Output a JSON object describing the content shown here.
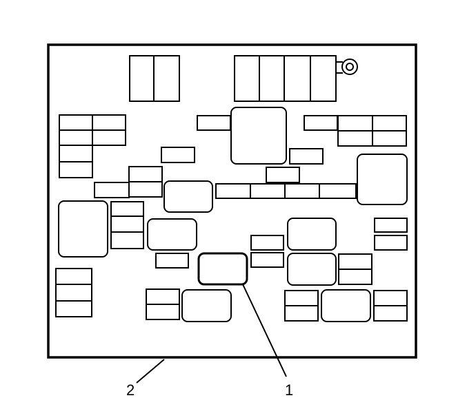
{
  "diagram": {
    "callouts": [
      {
        "id": "callout-1",
        "label": "1"
      },
      {
        "id": "callout-2",
        "label": "2"
      }
    ]
  },
  "colors": {
    "line": "#000000",
    "background": "#ffffff"
  }
}
